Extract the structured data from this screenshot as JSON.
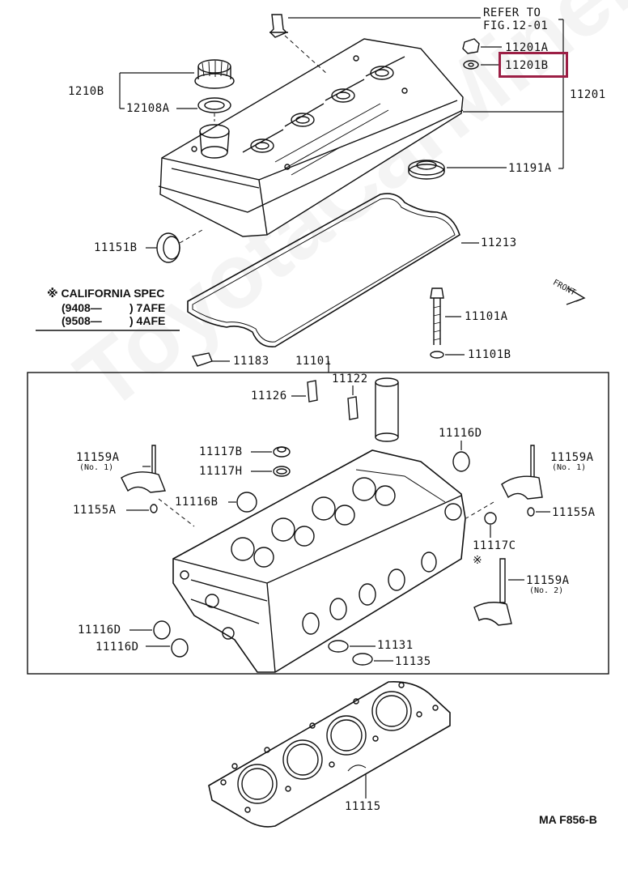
{
  "refer": {
    "line1": "REFER TO",
    "line2": "FIG.12-01"
  },
  "parts": {
    "p11201A": "11201A",
    "p11201B": "11201B",
    "p11201": "11201",
    "p1210B": "1210B",
    "p12108A": "12108A",
    "p11191A": "11191A",
    "p11151B": "11151B",
    "p11213": "11213",
    "p11101A": "11101A",
    "p11101B": "11101B",
    "p11183": "11183",
    "p11101": "11101",
    "p11126": "11126",
    "p11122": "11122",
    "p11116D_top": "11116D",
    "p11159A_left": "11159A",
    "p11159A_right": "11159A",
    "p11159A_no2": "11159A",
    "p11117B": "11117B",
    "p11117H": "11117H",
    "p11155A_left": "11155A",
    "p11155A_right": "11155A",
    "p11116B": "11116B",
    "p11117C": "11117C",
    "p11116D_a": "11116D",
    "p11116D_b": "11116D",
    "p11131": "11131",
    "p11135": "11135",
    "p11115": "11115"
  },
  "subnotes": {
    "no1_left": "(No. 1)",
    "no1_right": "(No. 1)",
    "no2": "(No. 2)"
  },
  "spec": {
    "title": "※ CALIFORNIA SPEC",
    "row1_from": "(9408—",
    "row1_to": ") 7AFE",
    "row2_from": "(9508—",
    "row2_to": ") 4AFE"
  },
  "marks": {
    "kome": "※"
  },
  "front": "FRONT",
  "figure_code": "MA  F856-B",
  "watermark": "ToyotaCarMine.ru",
  "colors": {
    "highlight": "#9c1f45",
    "ink": "#111111"
  }
}
